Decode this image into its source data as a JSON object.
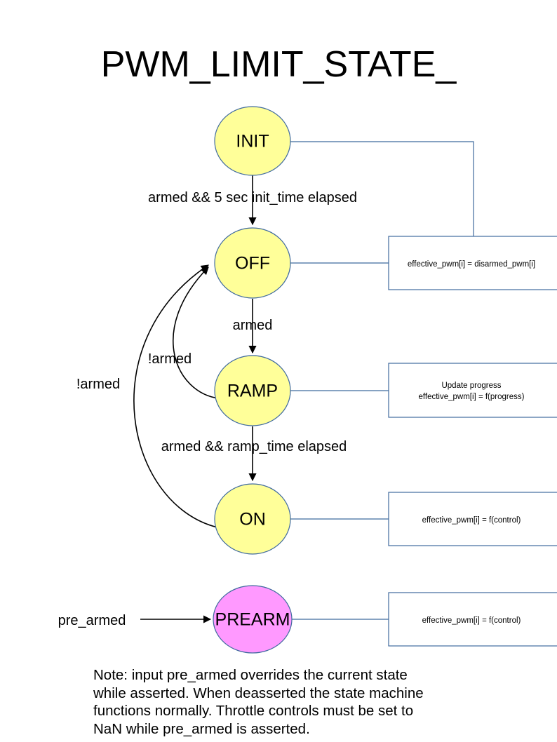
{
  "title": "PWM_LIMIT_STATE_",
  "states": [
    {
      "id": "init",
      "label": "INIT",
      "color": "#ffff99"
    },
    {
      "id": "off",
      "label": "OFF",
      "color": "#ffff99"
    },
    {
      "id": "ramp",
      "label": "RAMP",
      "color": "#ffff99"
    },
    {
      "id": "on",
      "label": "ON",
      "color": "#ffff99"
    },
    {
      "id": "prearm",
      "label": "PREARM",
      "color": "#ff99ff"
    }
  ],
  "transitions": [
    {
      "id": "init-to-off",
      "label": "armed && 5 sec init_time elapsed"
    },
    {
      "id": "off-to-ramp",
      "label": "armed"
    },
    {
      "id": "ramp-to-off",
      "label": "!armed"
    },
    {
      "id": "ramp-to-on",
      "label": "armed && ramp_time elapsed"
    },
    {
      "id": "on-to-off",
      "label": "!armed"
    },
    {
      "id": "input-prearm",
      "label": "pre_armed"
    }
  ],
  "actions": [
    {
      "id": "off-action",
      "lines": [
        "effective_pwm[i] = disarmed_pwm[i]"
      ]
    },
    {
      "id": "ramp-action",
      "lines": [
        "Update progress",
        "effective_pwm[i] = f(progress)"
      ]
    },
    {
      "id": "on-action",
      "lines": [
        "effective_pwm[i] = f(control)"
      ]
    },
    {
      "id": "prearm-action",
      "lines": [
        "effective_pwm[i] = f(control)"
      ]
    }
  ],
  "note": {
    "lines": [
      "Note: input pre_armed overrides the current state",
      "while asserted. When deasserted the state machine",
      "functions normally. Throttle controls must be set to",
      "NaN while pre_armed is asserted."
    ]
  },
  "colors": {
    "state_fill_yellow": "#ffff99",
    "state_fill_pink": "#ff99ff",
    "connector_stroke": "#3f6a9e",
    "transition_stroke": "#000000",
    "text": "#000000",
    "background": "#ffffff"
  }
}
